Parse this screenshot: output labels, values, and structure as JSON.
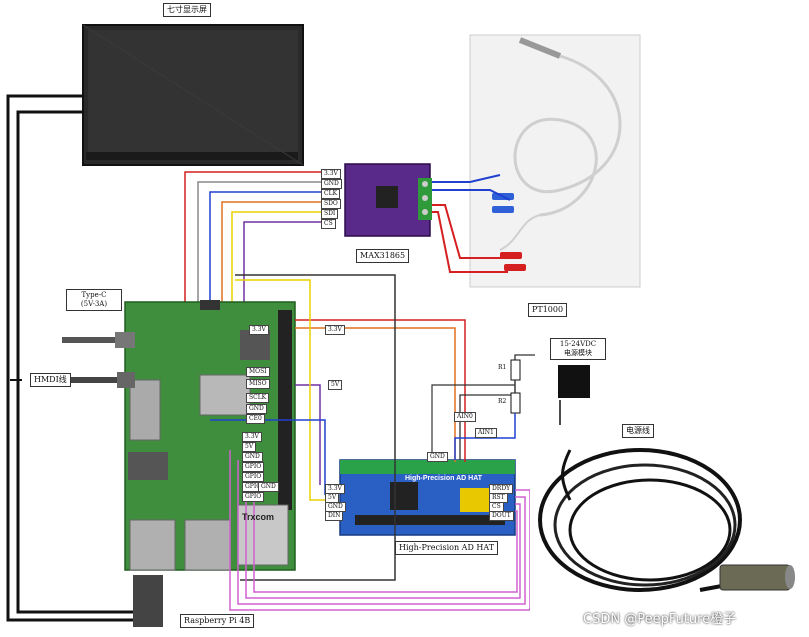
{
  "labels": {
    "display": "七寸显示屏",
    "max31865": "MAX31865",
    "pt1000": "PT1000",
    "typec": "Type-C",
    "typec_spec": "(5V-3A)",
    "hdmi": "HMDI线",
    "r1": "R1",
    "r2": "R2",
    "power_module_line1": "15-24VDC",
    "power_module_line2": "电源模块",
    "power_line": "电源线",
    "ad_hat": "High-Precision AD HAT",
    "pi": "Raspberry Pi 4B",
    "ain0": "AIN0",
    "ain1": "AIN1",
    "gnd_hat": "GND",
    "v33_left": "3.3V",
    "v5_left": "5V",
    "trxcom": "Trxcom",
    "hat_text": "High-Precision AD HAT"
  },
  "max_pins": [
    "3.3V",
    "GND",
    "CLK",
    "SDO",
    "SDI",
    "CS"
  ],
  "pi_pins": [
    "3.3V",
    "MOSI",
    "MISO",
    "SCLK",
    "GND",
    "CE0",
    "3.3V",
    "5V",
    "GND",
    "GPIO",
    "GPIO",
    "GPIO",
    "GPIO",
    "GND"
  ],
  "hat_pins_left": [
    "3.3V",
    "5V",
    "GND",
    "DIN"
  ],
  "hat_pins_right": [
    "DRDY",
    "RST",
    "CS",
    "DOUT"
  ],
  "watermark": "CSDN @PeepFuture橙子",
  "colors": {
    "red": "#d42020",
    "blue": "#2040d0",
    "yellow": "#e8d000",
    "orange": "#e07020",
    "purple": "#7030a0",
    "pink": "#d060d0",
    "gray": "#888888",
    "black": "#111111",
    "board_green": "#3e8e3e",
    "hat_blue": "#2a5fc4",
    "max_purple": "#5a2a8a"
  }
}
